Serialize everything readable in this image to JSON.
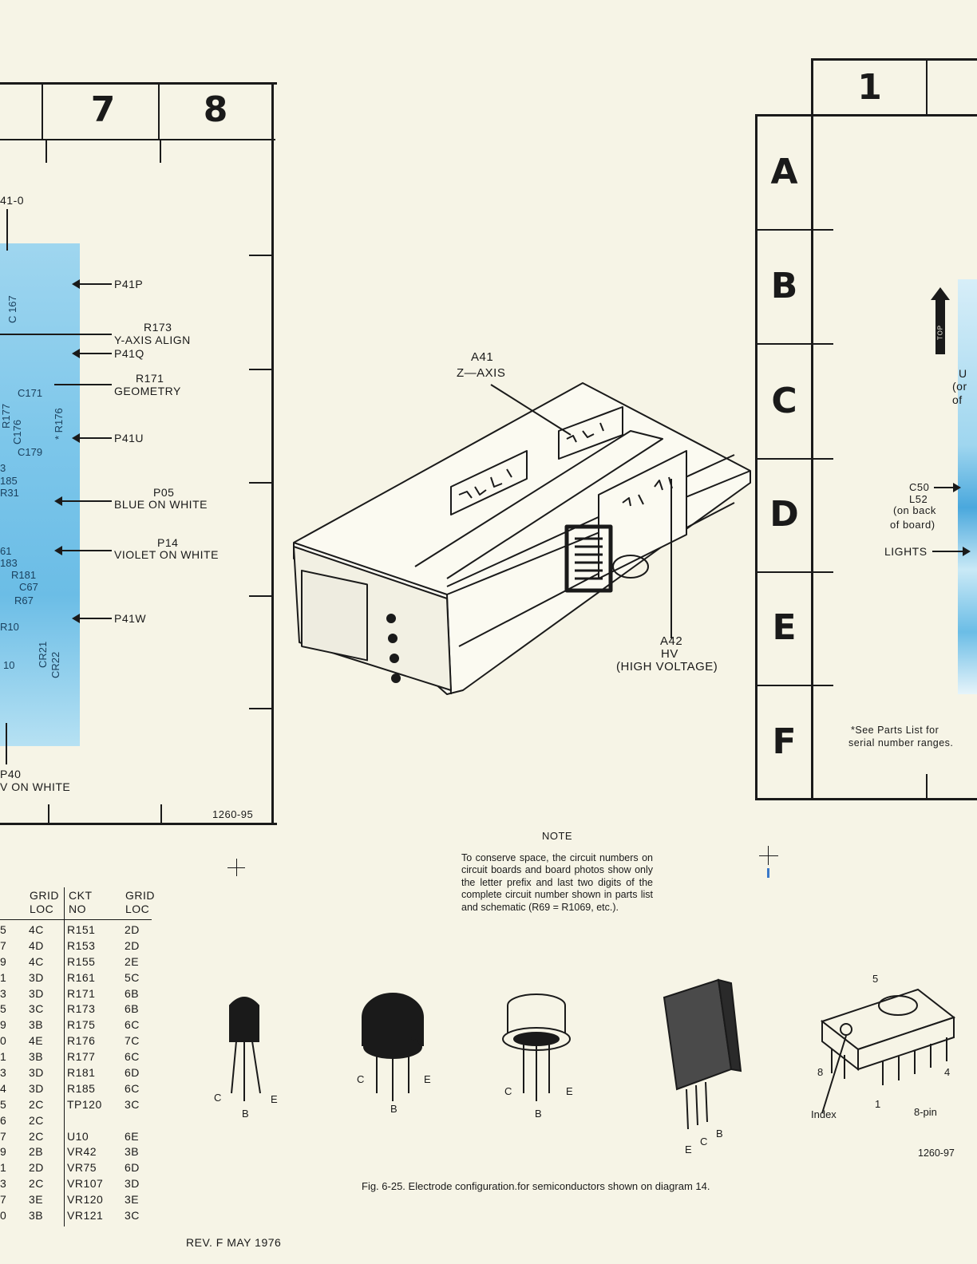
{
  "left_panel": {
    "columns": [
      "7",
      "8"
    ],
    "figure_number": "1260-95",
    "labels": {
      "top_ref": "41-0",
      "p41p": "P41P",
      "r173": "R173",
      "y_axis_align": "Y-AXIS ALIGN",
      "p41q": "P41Q",
      "r171": "R171",
      "geometry": "GEOMETRY",
      "p41u": "P41U",
      "p05": "P05",
      "blue_on_white": "BLUE ON WHITE",
      "p14": "P14",
      "violet_on_white": "VIOLET ON WHITE",
      "p41w": "P41W",
      "p40": "P40",
      "p40_color": "V ON WHITE"
    },
    "photo_labels": [
      "C 167",
      "C171",
      "R177",
      "C176",
      "* R176",
      "C179",
      "3",
      "185",
      "R31",
      "61",
      "183",
      "R181",
      "C67",
      "R67",
      "R10",
      "10",
      "CR21",
      "CR22"
    ]
  },
  "center": {
    "a41": "A41",
    "z_axis": "Z—AXIS",
    "a42": "A42",
    "hv": "HV",
    "high_voltage": "(HIGH VOLTAGE)"
  },
  "right_panel": {
    "column": "1",
    "rows": [
      "A",
      "B",
      "C",
      "D",
      "E",
      "F"
    ],
    "top_tag": "TOP",
    "partial_text": [
      "U",
      "(or",
      "of"
    ],
    "c50": "C50",
    "l52": "L52",
    "on_back": "(on back",
    "of_board": "of board)",
    "lights": "LIGHTS",
    "see_parts_1": "*See Parts List for",
    "see_parts_2": "serial number ranges."
  },
  "note": {
    "title": "NOTE",
    "text": "To conserve space, the circuit numbers on circuit boards and board photos show only the letter prefix and last two digits of the complete circuit number shown in parts list and schematic (R69 = R1069, etc.)."
  },
  "grid_table": {
    "headers": {
      "grid_loc_1": [
        "GRID",
        "LOC"
      ],
      "ckt_no": [
        "CKT",
        "NO"
      ],
      "grid_loc_2": [
        "GRID",
        "LOC"
      ]
    },
    "rows": [
      {
        "c0": "5",
        "g1": "4C",
        "ckt": "R151",
        "g2": "2D"
      },
      {
        "c0": "7",
        "g1": "4D",
        "ckt": "R153",
        "g2": "2D"
      },
      {
        "c0": "9",
        "g1": "4C",
        "ckt": "R155",
        "g2": "2E"
      },
      {
        "c0": "1",
        "g1": "3D",
        "ckt": "R161",
        "g2": "5C"
      },
      {
        "c0": "3",
        "g1": "3D",
        "ckt": "R171",
        "g2": "6B"
      },
      {
        "c0": "5",
        "g1": "3C",
        "ckt": "R173",
        "g2": "6B"
      },
      {
        "c0": "9",
        "g1": "3B",
        "ckt": "R175",
        "g2": "6C"
      },
      {
        "c0": "0",
        "g1": "4E",
        "ckt": "R176",
        "g2": "7C"
      },
      {
        "c0": "1",
        "g1": "3B",
        "ckt": "R177",
        "g2": "6C"
      },
      {
        "c0": "3",
        "g1": "3D",
        "ckt": "R181",
        "g2": "6D"
      },
      {
        "c0": "4",
        "g1": "3D",
        "ckt": "R185",
        "g2": "6C"
      },
      {
        "c0": "5",
        "g1": "2C",
        "ckt": "TP120",
        "g2": "3C"
      },
      {
        "c0": "6",
        "g1": "2C",
        "ckt": "",
        "g2": ""
      },
      {
        "c0": "7",
        "g1": "2C",
        "ckt": "U10",
        "g2": "6E"
      },
      {
        "c0": "9",
        "g1": "2B",
        "ckt": "VR42",
        "g2": "3B"
      },
      {
        "c0": "1",
        "g1": "2D",
        "ckt": "VR75",
        "g2": "6D"
      },
      {
        "c0": "3",
        "g1": "2C",
        "ckt": "VR107",
        "g2": "3D"
      },
      {
        "c0": "7",
        "g1": "3E",
        "ckt": "VR120",
        "g2": "3E"
      },
      {
        "c0": "0",
        "g1": "3B",
        "ckt": "VR121",
        "g2": "3C"
      }
    ]
  },
  "semiconductors": {
    "pins": {
      "c": "C",
      "b": "B",
      "e": "E"
    },
    "ic_pin_5": "5",
    "ic_pin_8": "8",
    "ic_pin_4": "4",
    "ic_pin_1": "1",
    "index": "Index",
    "eight_pin": "8-pin",
    "figure_number": "1260-97",
    "caption": "Fig. 6-25. Electrode configuration.for semiconductors shown on diagram 14."
  },
  "footer": {
    "revision": "REV. F MAY 1976"
  }
}
